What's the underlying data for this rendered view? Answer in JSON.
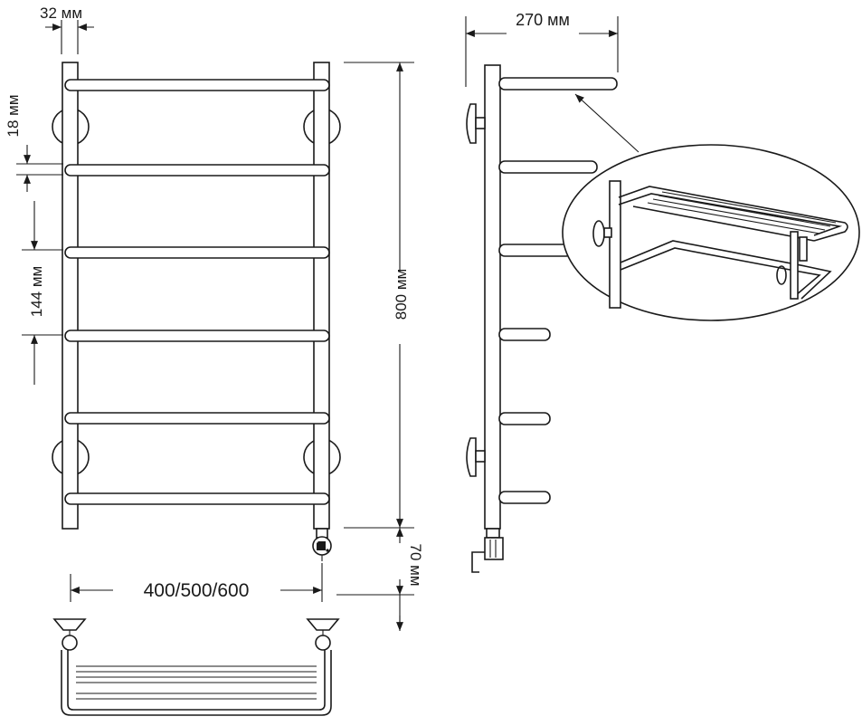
{
  "diagram": {
    "dimensions": {
      "tube_width": "32 мм",
      "tube_gap": "18 мм",
      "rung_spacing": "144 мм",
      "height": "800 мм",
      "bottom_offset": "70 мм",
      "widths": "400/500/600",
      "depth": "270 мм"
    },
    "line_color": "#1a1a1a",
    "background": "#ffffff"
  }
}
